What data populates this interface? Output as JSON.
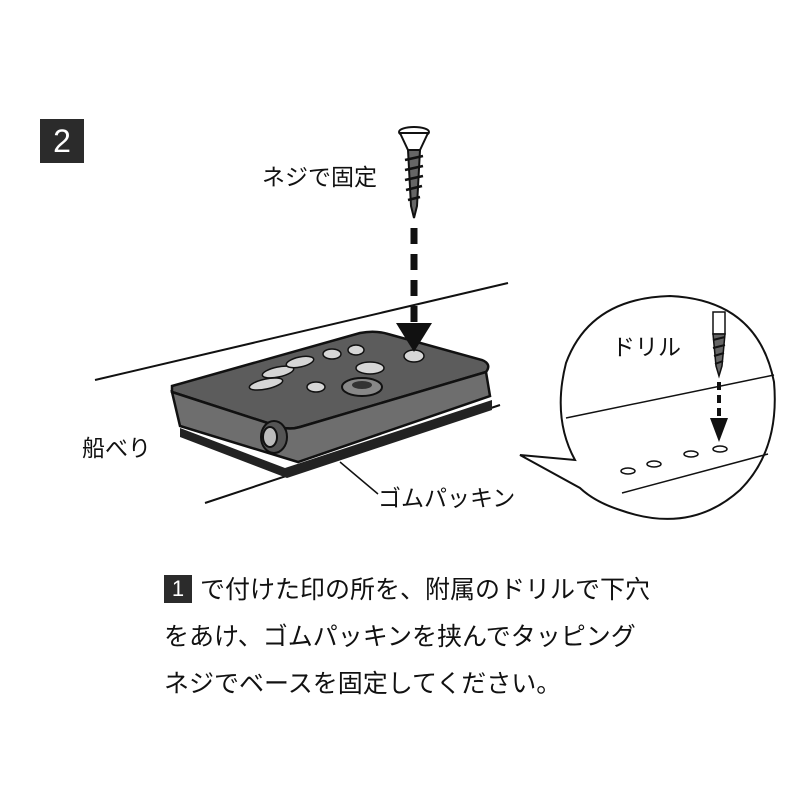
{
  "step_number": "2",
  "labels": {
    "screw_fix": "ネジで固定",
    "drill": "ドリル",
    "gunwale": "船べり",
    "rubber_gasket": "ゴムパッキン"
  },
  "instructions": {
    "ref_step": "1",
    "line1": "で付けた印の所を、附属のドリルで下穴",
    "line2": "をあけ、ゴムパッキンを挟んでタッピング",
    "line3": "ネジでベースを固定してください。"
  }
}
